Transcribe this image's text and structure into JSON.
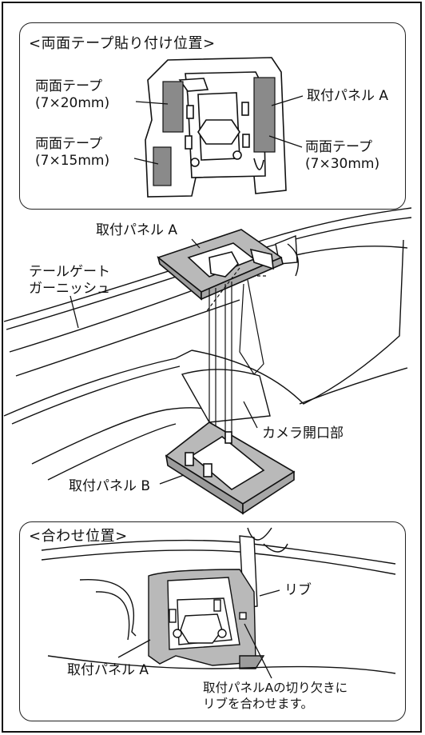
{
  "section1": {
    "title": "<両面テープ貼り付け位置>",
    "tape_a": {
      "line1": "両面テープ",
      "line2": "(7×20mm)"
    },
    "tape_b": {
      "line1": "両面テープ",
      "line2": "(7×15mm)"
    },
    "tape_c": {
      "line1": "両面テープ",
      "line2": "(7×30mm)"
    },
    "panel_a_label": "取付パネル A"
  },
  "section2": {
    "panel_a_label": "取付パネル A",
    "tailgate": {
      "line1": "テールゲート",
      "line2": "ガーニッシュ"
    },
    "camera_opening": "カメラ開口部",
    "panel_b_label": "取付パネル B"
  },
  "section3": {
    "title": "<合わせ位置>",
    "rib_label": "リブ",
    "panel_a_label": "取付パネル A",
    "instruction": {
      "line1": "取付パネルAの切り欠きに",
      "line2": "リブを合わせます。"
    }
  }
}
